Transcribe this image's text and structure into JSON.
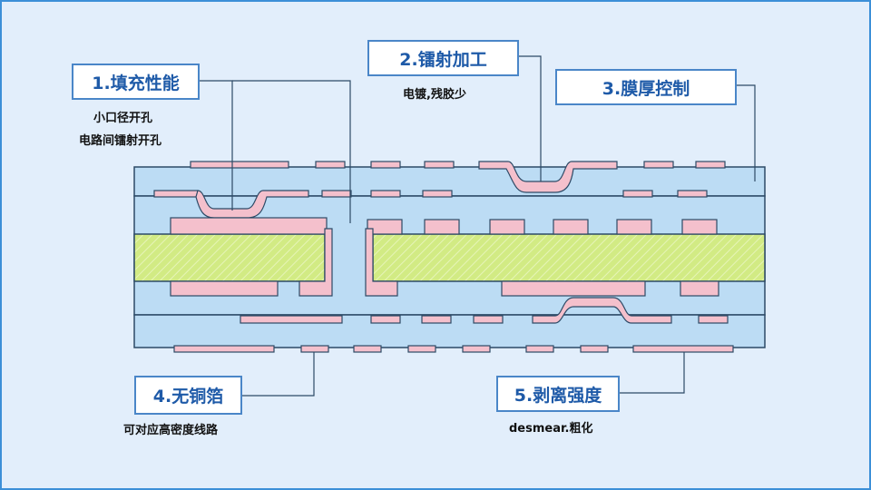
{
  "colors": {
    "background": "#e2eefb",
    "dielectric": "#bcdcf4",
    "copper": "#f4c0cc",
    "core": "#d2eb84",
    "outline": "#2d4a66",
    "callout_border": "#4a86c8",
    "callout_text": "#1e5aa8"
  },
  "callouts": [
    {
      "id": "c1",
      "label": "1.填充性能",
      "notes": [
        "小口径开孔",
        "电路间镭射开孔"
      ]
    },
    {
      "id": "c2",
      "label": "2.镭射加工",
      "notes": [
        "电镀,残胶少"
      ]
    },
    {
      "id": "c3",
      "label": "3.膜厚控制",
      "notes": []
    },
    {
      "id": "c4",
      "label": "4.无铜箔",
      "notes": [
        "可对应高密度线路"
      ]
    },
    {
      "id": "c5",
      "label": "5.剥离强度",
      "notes": [
        "desmear.粗化"
      ]
    }
  ]
}
